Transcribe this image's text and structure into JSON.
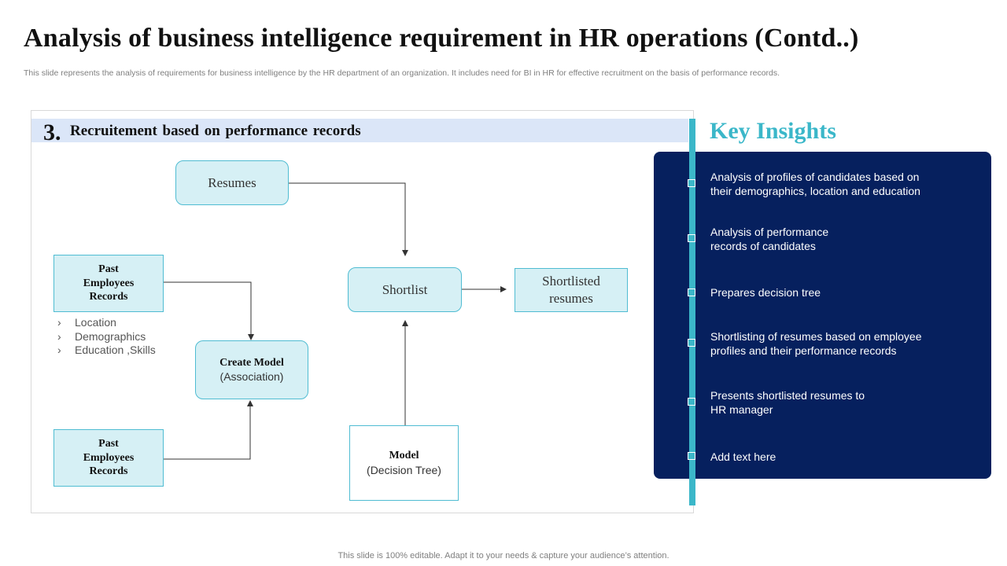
{
  "header": {
    "title": "Analysis of business intelligence requirement in HR operations (Contd..)",
    "subtitle": "This slide represents the analysis of requirements for business intelligence by the HR department of an organization. It includes need for BI in HR for effective recruitment on the basis of performance records."
  },
  "section": {
    "number": "3.",
    "title": "Recruitement based on performance records"
  },
  "flow": {
    "resumes": "Resumes",
    "shortlist": "Shortlist",
    "shortlisted_line1": "Shortlisted",
    "shortlisted_line2": "resumes",
    "past_records_1": [
      "Past",
      "Employees",
      "Records"
    ],
    "past_records_2": [
      "Past",
      "Employees",
      "Records"
    ],
    "attributes": [
      "Location",
      "Demographics",
      "Education ,Skills"
    ],
    "create_model_title": "Create Model",
    "create_model_sub": "(Association)",
    "model_title": "Model",
    "model_sub": "(Decision Tree)"
  },
  "insights": {
    "title": "Key Insights",
    "items": [
      [
        "Analysis of profiles of candidates based on",
        "their demographics, location and education"
      ],
      [
        "Analysis of performance",
        "records of candidates"
      ],
      [
        "Prepares decision tree"
      ],
      [
        "Shortlisting of resumes based on employee",
        "profiles and their performance records"
      ],
      [
        "Presents shortlisted resumes to",
        "HR manager"
      ],
      [
        "Add text here"
      ]
    ]
  },
  "footer": {
    "text": "This slide is 100% editable. Adapt it to your needs & capture your audience’s attention."
  },
  "colors": {
    "accent_teal": "#3bb7c9",
    "box_fill": "#d6f0f5",
    "box_border": "#4fbcd2",
    "insights_bg": "#06205e",
    "section_bar": "#dbe6f8"
  }
}
